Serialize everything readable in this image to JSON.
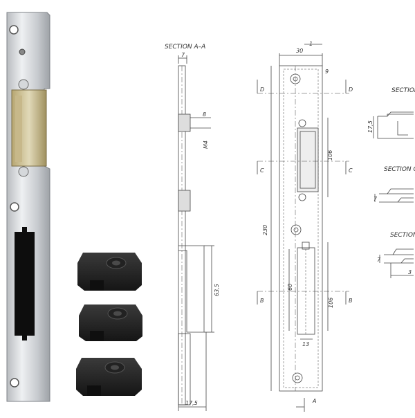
{
  "photo": {
    "strike_plate": "metal strike plate",
    "keepers": [
      "plastic keeper 1",
      "plastic keeper 2",
      "plastic keeper 3"
    ]
  },
  "drawing": {
    "section_a_title": "SECTION A–A",
    "section_b_title": "SECTION",
    "section_c_title": "SECTION C",
    "section_d_title": "SECTION",
    "dims": {
      "top_width": "7",
      "thread": "M4",
      "small": "8",
      "depth": "63,5",
      "bottom_width": "17,5",
      "front_width": "30",
      "front_top": "9",
      "front_106_upper": "106",
      "front_230": "230",
      "front_60": "60",
      "front_106_lower": "106",
      "front_13": "13",
      "front_1": "1",
      "right_17_5": "17,5",
      "right_7a": "7",
      "right_7b": "7",
      "right_3": "3"
    },
    "markers": {
      "d_left": "D",
      "d_right": "D",
      "c_left": "C",
      "c_right": "C",
      "b_left": "B",
      "b_right": "B",
      "a_bottom": "A"
    }
  }
}
